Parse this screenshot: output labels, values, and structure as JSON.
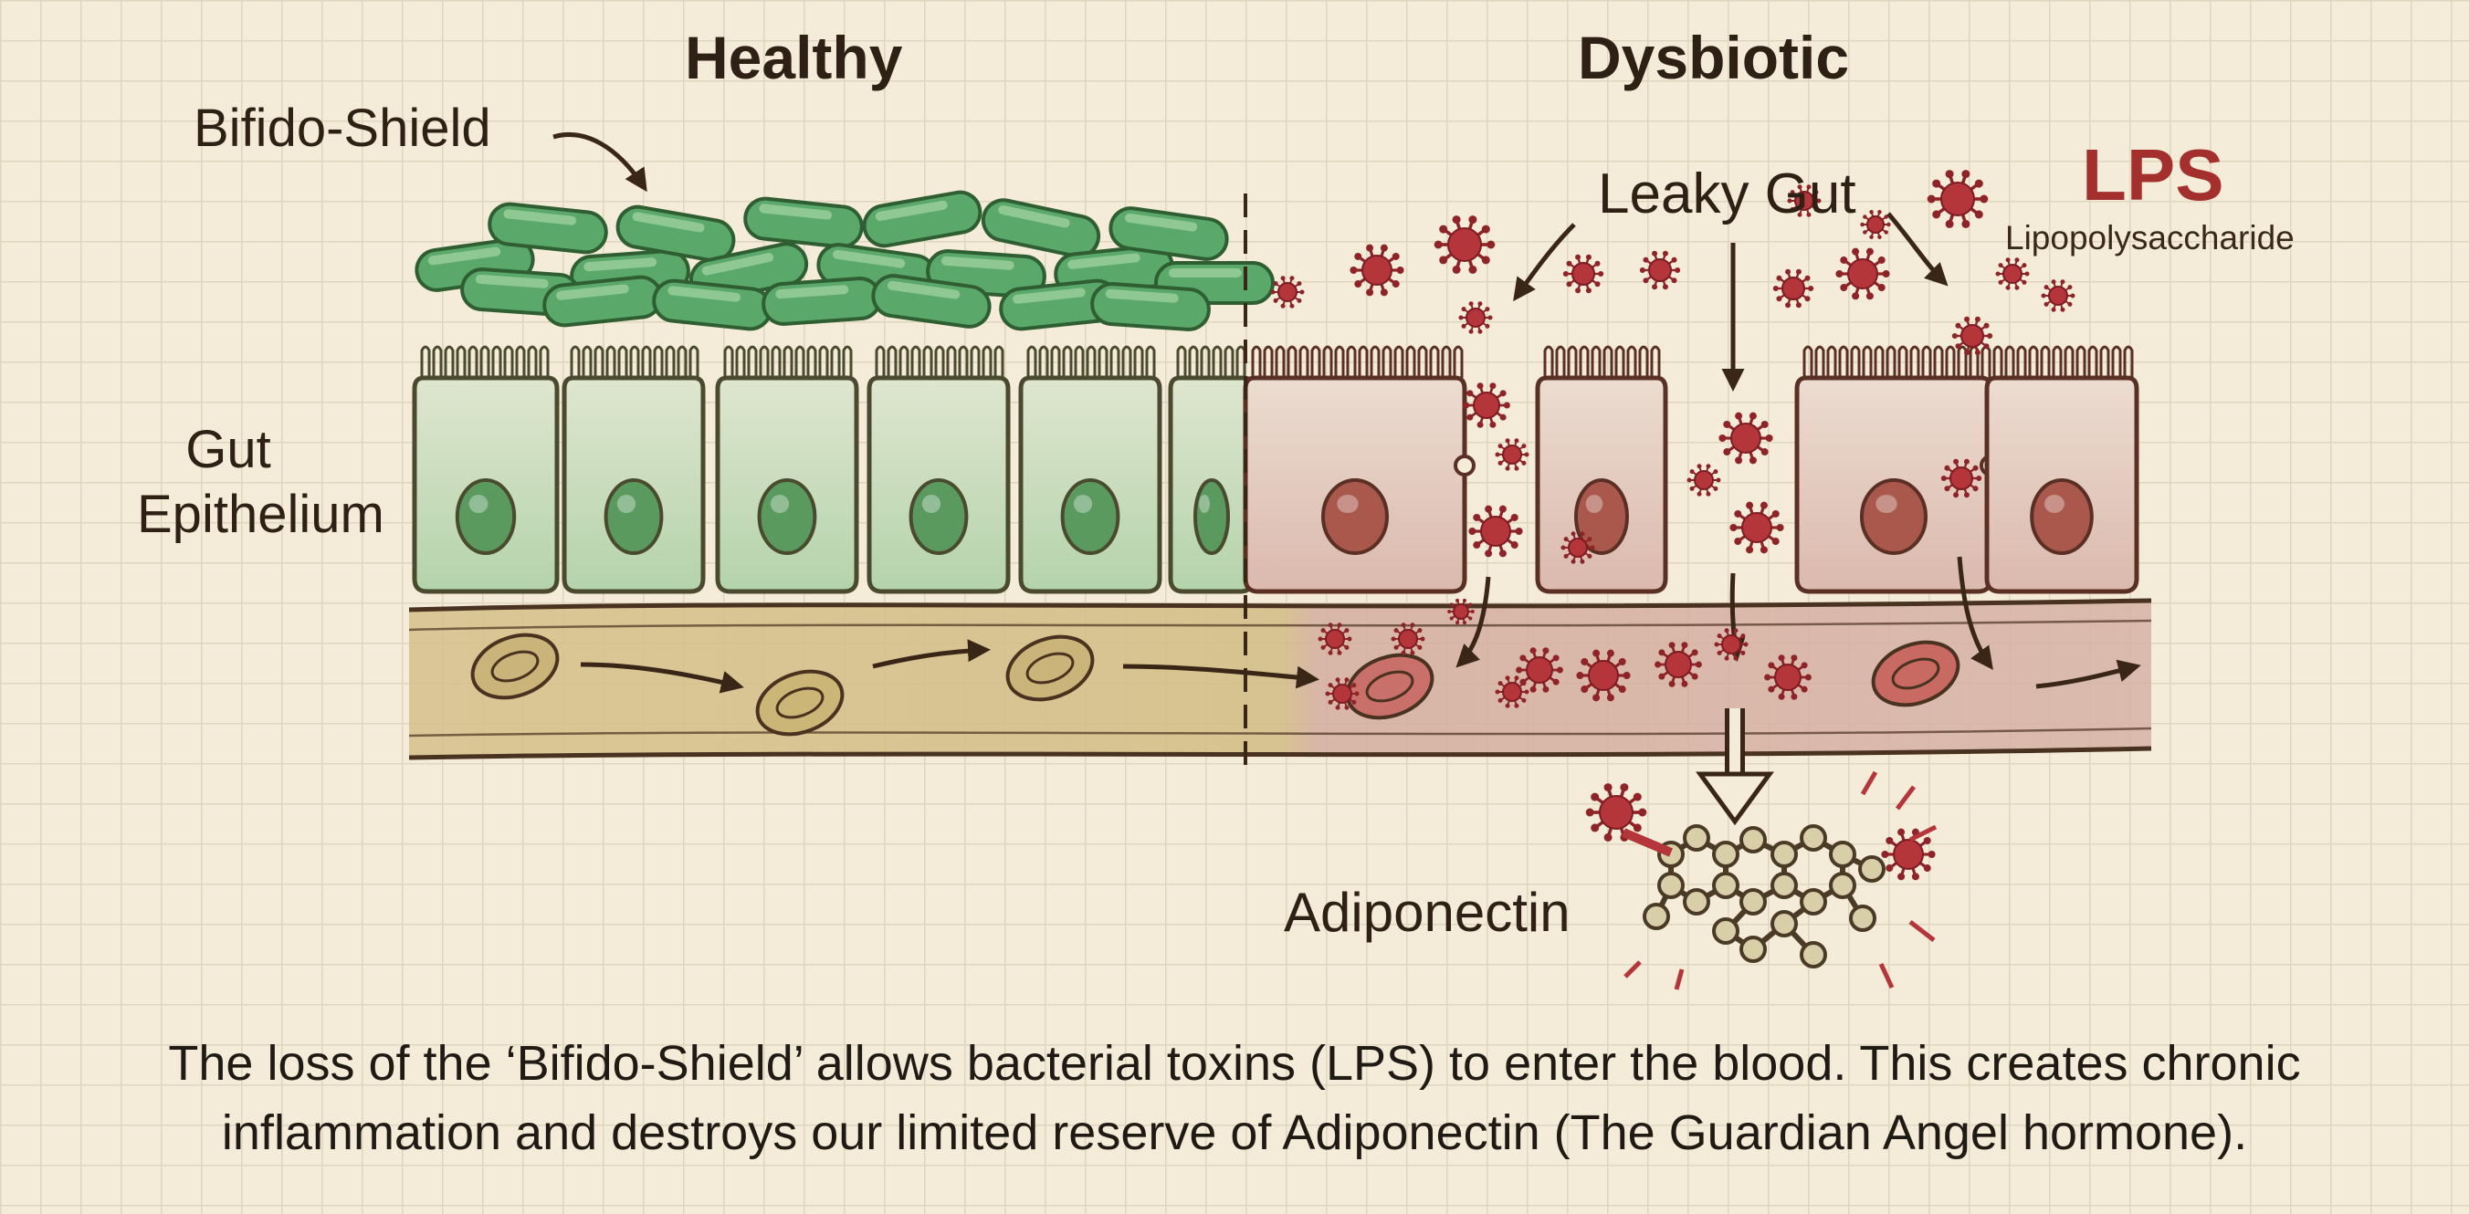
{
  "labels": {
    "healthy": "Healthy",
    "dysbiotic": "Dysbiotic",
    "bifido_shield": "Bifido-Shield",
    "gut_line1": "Gut",
    "gut_line2": "Epithelium",
    "leaky_gut": "Leaky Gut",
    "lps": "LPS",
    "lps_full": "Lipopolysaccharide",
    "adiponectin": "Adiponectin"
  },
  "caption": {
    "line1": "The loss of the ‘Bifido-Shield’ allows bacterial toxins (LPS) to enter the blood. This creates chronic",
    "line2": "inflammation and destroys our limited reserve of Adiponectin (The Guardian Angel hormone)."
  },
  "colors": {
    "paper": "#f4ecd8",
    "grid": "#e0d6bf",
    "healthy_green": "#5aa86a",
    "bacteria_green": "#4f9a58",
    "dysbiotic_red": "#a3302d",
    "toxin_red": "#b4353a",
    "ink": "#2e2014"
  },
  "icons": [
    "rod-bacterium-icon",
    "virus-toxin-icon",
    "red-blood-cell-icon",
    "molecule-icon",
    "arrow-icon",
    "epithelial-cell-icon"
  ]
}
